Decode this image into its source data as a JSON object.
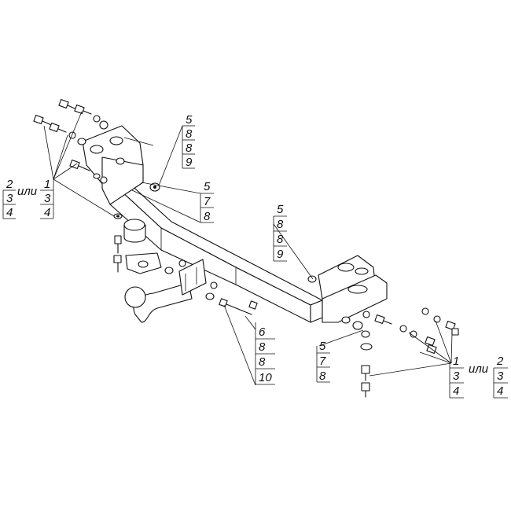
{
  "or_word": "или",
  "callouts": {
    "top_left_alt": {
      "first": "2",
      "rest": [
        "3",
        "4"
      ]
    },
    "top_left_main": {
      "first": "1",
      "rest": [
        "3",
        "4"
      ]
    },
    "top_center": {
      "first": "5",
      "rest": [
        "8",
        "8",
        "9"
      ]
    },
    "middle_center": {
      "first": "5",
      "rest": [
        "7",
        "8"
      ]
    },
    "middle_right": {
      "first": "5",
      "rest": [
        "8",
        "8",
        "9"
      ]
    },
    "bottom_center": {
      "first": "6",
      "rest": [
        "8",
        "8",
        "10"
      ]
    },
    "bottom_mid": {
      "first": "5",
      "rest": [
        "7",
        "8"
      ]
    },
    "bottom_right_main": {
      "first": "1",
      "rest": [
        "3",
        "4"
      ]
    },
    "bottom_right_alt": {
      "first": "2",
      "rest": [
        "3",
        "4"
      ]
    }
  }
}
